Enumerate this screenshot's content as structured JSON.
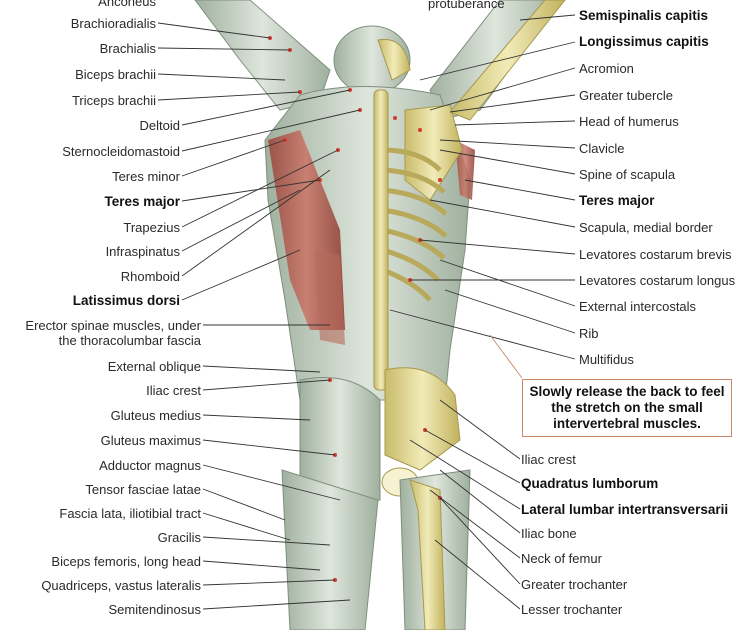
{
  "labels_left": [
    {
      "id": "anconeus",
      "text": "Anconeus",
      "bold": false
    },
    {
      "id": "brachioradialis",
      "text": "Brachioradialis",
      "bold": false
    },
    {
      "id": "brachialis",
      "text": "Brachialis",
      "bold": false
    },
    {
      "id": "biceps-brachii",
      "text": "Biceps brachii",
      "bold": false
    },
    {
      "id": "triceps-brachii",
      "text": "Triceps brachii",
      "bold": false
    },
    {
      "id": "deltoid",
      "text": "Deltoid",
      "bold": false
    },
    {
      "id": "sternocleidomastoid",
      "text": "Sternocleidomastoid",
      "bold": false
    },
    {
      "id": "teres-minor",
      "text": "Teres minor",
      "bold": false
    },
    {
      "id": "teres-major-left",
      "text": "Teres major",
      "bold": true
    },
    {
      "id": "trapezius",
      "text": "Trapezius",
      "bold": false
    },
    {
      "id": "infraspinatus",
      "text": "Infraspinatus",
      "bold": false
    },
    {
      "id": "rhomboid",
      "text": "Rhomboid",
      "bold": false
    },
    {
      "id": "latissimus-dorsi",
      "text": "Latissimus dorsi",
      "bold": true
    },
    {
      "id": "erector-spinae",
      "text": "Erector spinae muscles, under the thoracolumbar fascia",
      "bold": false
    },
    {
      "id": "external-oblique",
      "text": "External oblique",
      "bold": false
    },
    {
      "id": "iliac-crest-left",
      "text": "Iliac crest",
      "bold": false
    },
    {
      "id": "gluteus-medius",
      "text": "Gluteus medius",
      "bold": false
    },
    {
      "id": "gluteus-maximus",
      "text": "Gluteus maximus",
      "bold": false
    },
    {
      "id": "adductor-magnus",
      "text": "Adductor magnus",
      "bold": false
    },
    {
      "id": "tensor-fasciae-latae",
      "text": "Tensor fasciae latae",
      "bold": false
    },
    {
      "id": "fascia-lata",
      "text": "Fascia lata, iliotibial tract",
      "bold": false
    },
    {
      "id": "gracilis",
      "text": "Gracilis",
      "bold": false
    },
    {
      "id": "biceps-femoris",
      "text": "Biceps femoris, long head",
      "bold": false
    },
    {
      "id": "quadriceps",
      "text": "Quadriceps, vastus lateralis",
      "bold": false
    },
    {
      "id": "semitendinosus",
      "text": "Semitendinosus",
      "bold": false
    }
  ],
  "labels_right": [
    {
      "id": "protuberance",
      "text": "protuberance",
      "bold": false
    },
    {
      "id": "semispinalis-capitis",
      "text": "Semispinalis capitis",
      "bold": true
    },
    {
      "id": "longissimus-capitis",
      "text": "Longissimus capitis",
      "bold": true
    },
    {
      "id": "acromion",
      "text": "Acromion",
      "bold": false
    },
    {
      "id": "greater-tubercle",
      "text": "Greater tubercle",
      "bold": false
    },
    {
      "id": "head-of-humerus",
      "text": "Head of humerus",
      "bold": false
    },
    {
      "id": "clavicle",
      "text": "Clavicle",
      "bold": false
    },
    {
      "id": "spine-of-scapula",
      "text": "Spine of scapula",
      "bold": false
    },
    {
      "id": "teres-major-right",
      "text": "Teres major",
      "bold": true
    },
    {
      "id": "scapula-medial-border",
      "text": "Scapula, medial border",
      "bold": false
    },
    {
      "id": "levatores-brevis",
      "text": "Levatores costarum brevis",
      "bold": false
    },
    {
      "id": "levatores-longus",
      "text": "Levatores costarum longus",
      "bold": false
    },
    {
      "id": "external-intercostals",
      "text": "External intercostals",
      "bold": false
    },
    {
      "id": "rib",
      "text": "Rib",
      "bold": false
    },
    {
      "id": "multifidus",
      "text": "Multifidus",
      "bold": false
    },
    {
      "id": "iliac-crest-right",
      "text": "Iliac crest",
      "bold": false
    },
    {
      "id": "quadratus-lumborum",
      "text": "Quadratus lumborum",
      "bold": true
    },
    {
      "id": "lateral-lumbar",
      "text": "Lateral lumbar intertransversarii",
      "bold": true
    },
    {
      "id": "iliac-bone",
      "text": "Iliac bone",
      "bold": false
    },
    {
      "id": "neck-of-femur",
      "text": "Neck of femur",
      "bold": false
    },
    {
      "id": "greater-trochanter",
      "text": "Greater trochanter",
      "bold": false
    },
    {
      "id": "lesser-trochanter",
      "text": "Lesser trochanter",
      "bold": false
    }
  ],
  "note": {
    "text": "Slowly release the back to feel the stretch on the small intervertebral muscles."
  },
  "colors": {
    "muscle": "#c9d3c7",
    "muscle_dark": "#8fa08f",
    "red_muscle": "#b8574b",
    "bone": "#e8e0a0",
    "bone_dark": "#b9a95a",
    "leader": "#333333",
    "note_border": "#c98a6a"
  }
}
